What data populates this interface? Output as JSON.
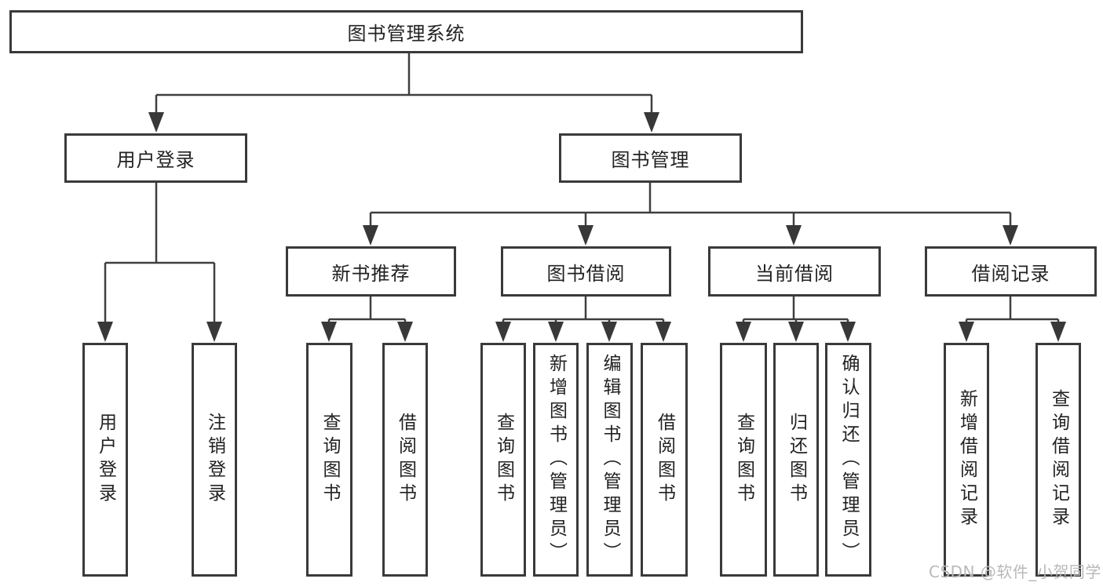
{
  "diagram_title": "图书管理系统",
  "colors": {
    "line": "#3f3f3f",
    "box_border": "#3a3a3a",
    "text": "#222222",
    "watermark_text": "#b9b9b9",
    "background": "#ffffff"
  },
  "tree": {
    "label": "图书管理系统",
    "children": [
      {
        "label": "用户登录",
        "children": [
          {
            "label": "用户登录"
          },
          {
            "label": "注销登录"
          }
        ]
      },
      {
        "label": "图书管理",
        "children": [
          {
            "label": "新书推荐",
            "children": [
              {
                "label": "查询图书"
              },
              {
                "label": "借阅图书"
              }
            ]
          },
          {
            "label": "图书借阅",
            "children": [
              {
                "label": "查询图书"
              },
              {
                "label": "新增图书（管理员）"
              },
              {
                "label": "编辑图书（管理员）"
              },
              {
                "label": "借阅图书"
              }
            ]
          },
          {
            "label": "当前借阅",
            "children": [
              {
                "label": "查询图书"
              },
              {
                "label": "归还图书"
              },
              {
                "label": "确认归还（管理员）"
              }
            ]
          },
          {
            "label": "借阅记录",
            "children": [
              {
                "label": "新增借阅记录"
              },
              {
                "label": "查询借阅记录"
              }
            ]
          }
        ]
      }
    ]
  },
  "watermark": {
    "text": "CSDN @软件_小贺同学"
  }
}
